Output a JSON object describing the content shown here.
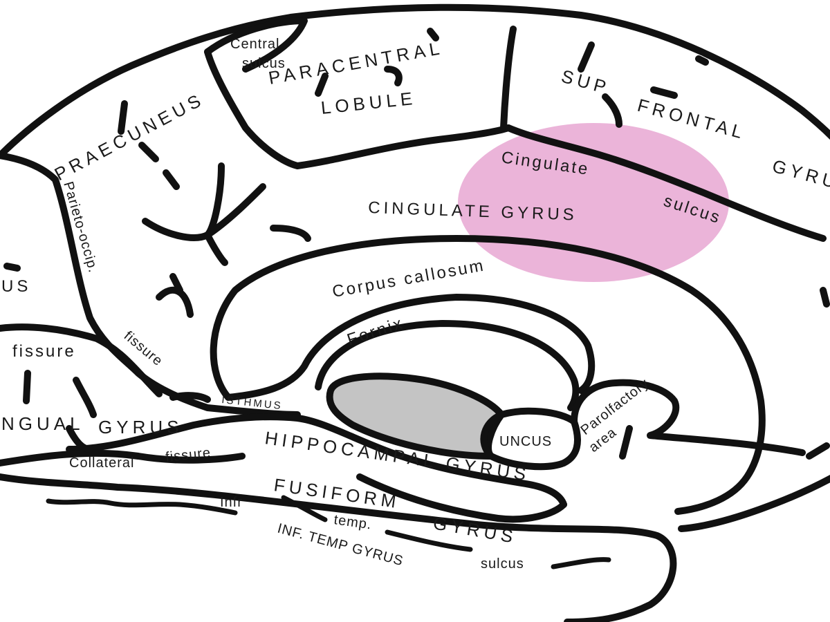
{
  "colors": {
    "highlight": "#e8a7d2",
    "outline": "#111111",
    "ventricle": "#c4c4c4",
    "background": "#ffffff"
  },
  "labels": {
    "central_sulcus_1": "Central",
    "central_sulcus_2": "sulcus",
    "paracentral_1": "PARACENTRAL",
    "paracentral_2": "LOBULE",
    "sup_frontal_1": "SUP",
    "sup_frontal_2": "FRONTAL",
    "sup_frontal_3": "GYRUS",
    "praecuneus": "PRAECUNEUS",
    "parieto_occip": "Parieto-occip.",
    "parieto_fissure": "fissure",
    "cuneus_partial": "US",
    "calcarine_fissure": "fissure",
    "lingual_gyrus_1": "NGUAL",
    "lingual_gyrus_2": "GYRUS",
    "collateral_1": "Collateral",
    "collateral_2": "fissure",
    "isthmus": "ISTHMUS",
    "cingulate_sulcus_1": "Cingulate",
    "cingulate_sulcus_2": "sulcus",
    "cingulate_gyrus": "CINGULATE GYRUS",
    "corpus_callosum": "Corpus callosum",
    "fornix": "Fornix",
    "uncus": "UNCUS",
    "parolfactory_1": "Parolfactory",
    "parolfactory_2": "area",
    "hippocampal_gyrus": "HIPPOCAMPAL GYRUS",
    "fusiform_1": "FUSIFORM",
    "fusiform_2": "GYRUS",
    "infr_temp_sulcus_1": "Infr",
    "infr_temp_sulcus_2": "temp.",
    "infr_temp_sulcus_3": "sulcus",
    "inf_temp_gyrus": "INF. TEMP GYRUS"
  }
}
